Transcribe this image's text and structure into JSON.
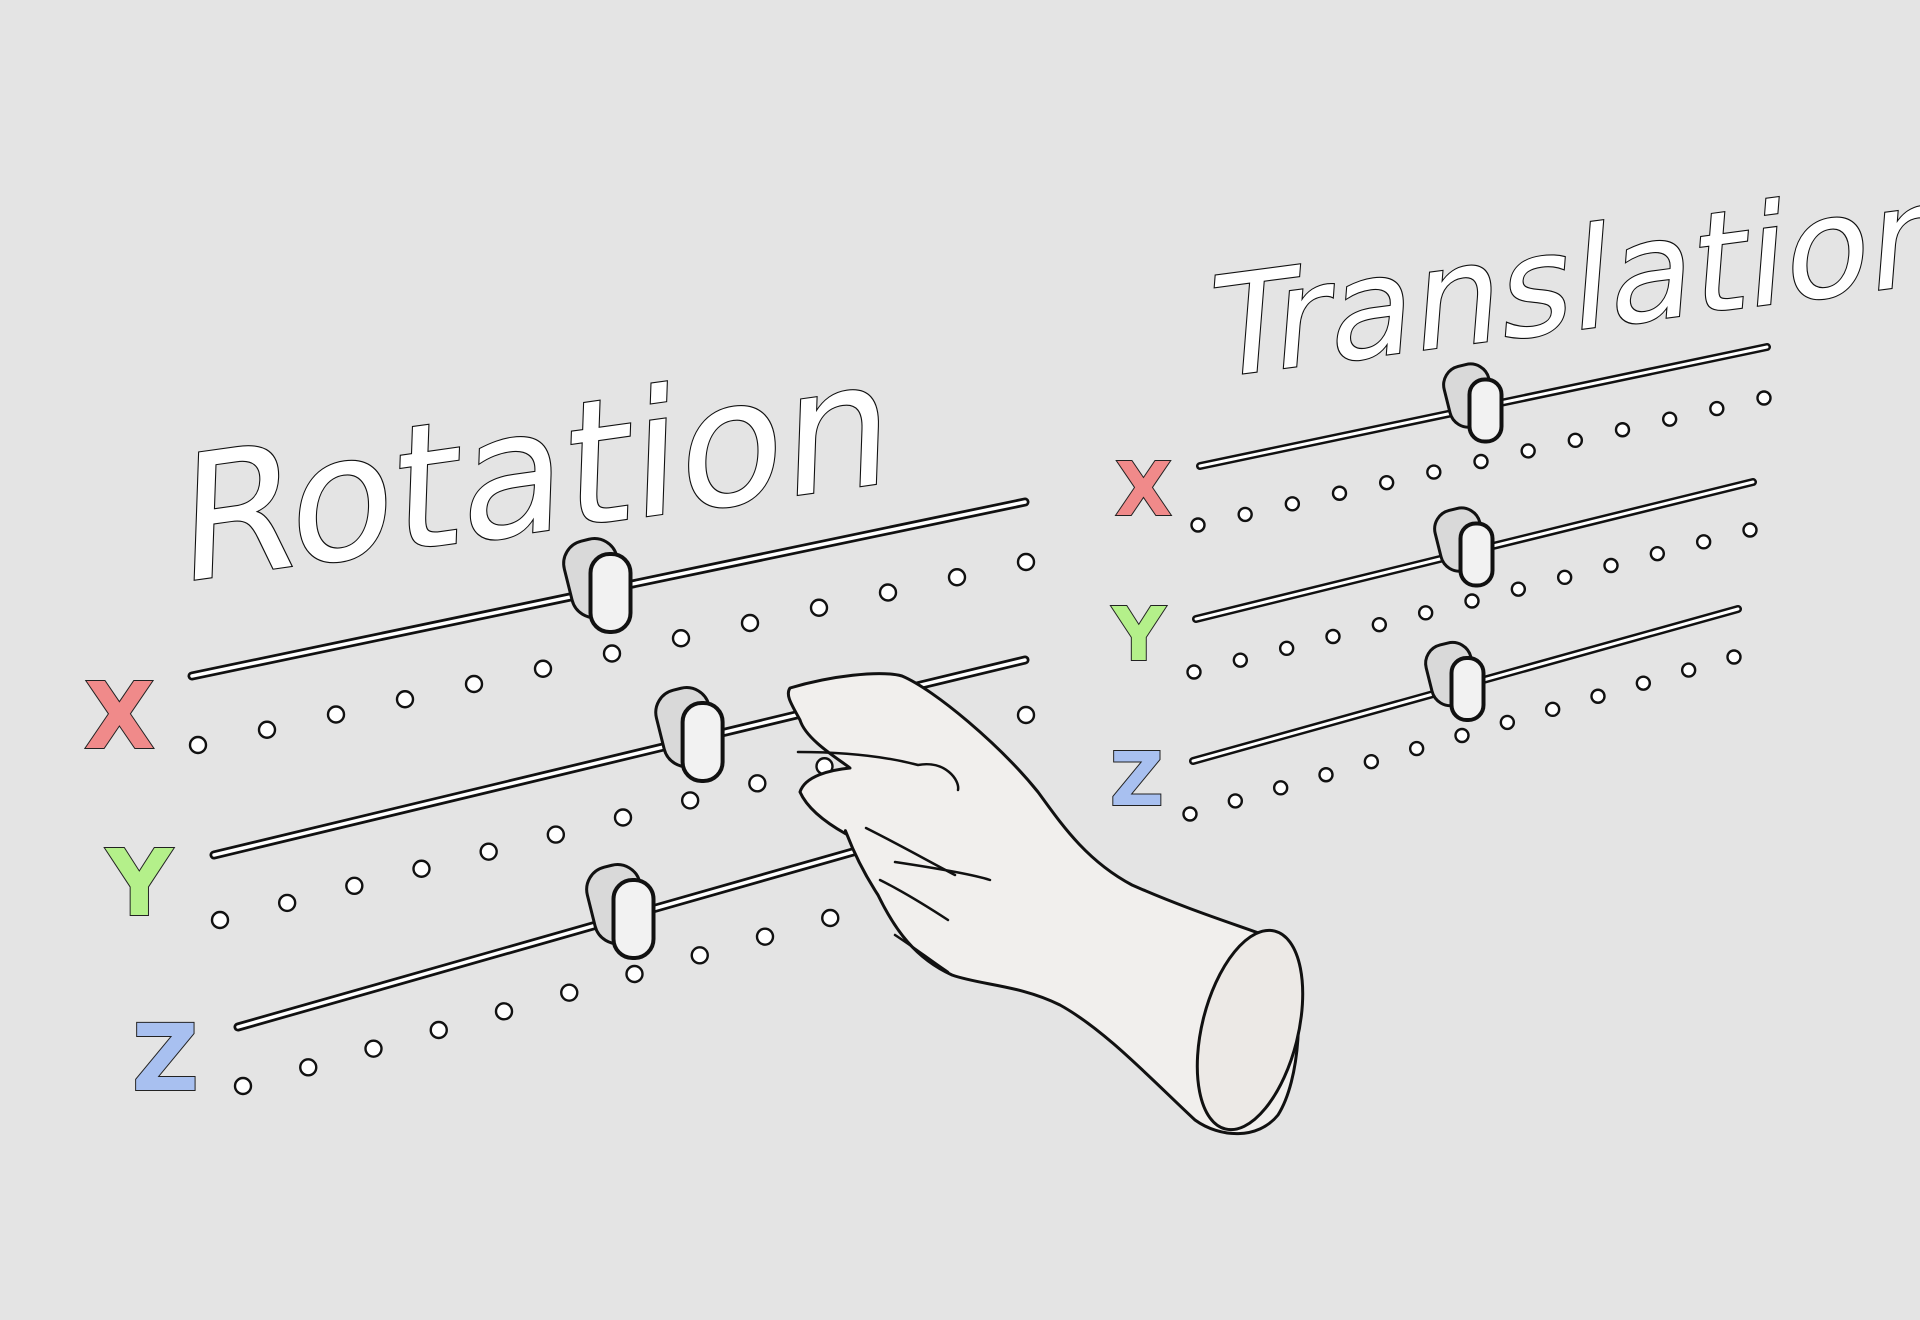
{
  "panels": {
    "rotation": {
      "title": "Rotation",
      "sliders": [
        {
          "axis": "X",
          "value": 0.5,
          "color": "#f08a8a"
        },
        {
          "axis": "Y",
          "value": 0.6,
          "color": "#b4f08a"
        },
        {
          "axis": "Z",
          "value": 0.5,
          "color": "#a8c0f0"
        }
      ]
    },
    "translation": {
      "title": "Translation",
      "sliders": [
        {
          "axis": "X",
          "value": 0.5,
          "color": "#f08a8a"
        },
        {
          "axis": "Y",
          "value": 0.5,
          "color": "#b4f08a"
        },
        {
          "axis": "Z",
          "value": 0.5,
          "color": "#a8c0f0"
        }
      ]
    }
  },
  "hand": {
    "icon": "hand-pinching-slider-icon"
  },
  "colors": {
    "background": "#e4e4e4",
    "hand": "#f1efed"
  }
}
